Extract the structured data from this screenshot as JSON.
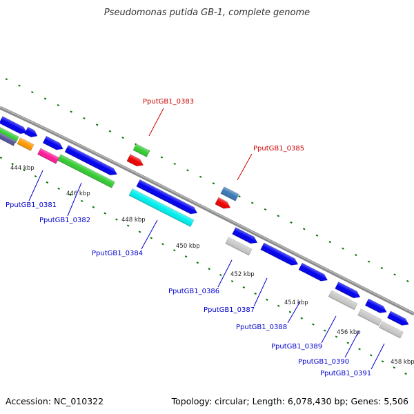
{
  "title": "Pseudomonas putida GB-1, complete genome",
  "footer": {
    "accession": "Accession: NC_010322",
    "topology": "Topology: circular; Length: 6,078,430 bp; Genes: 5,506"
  },
  "scale_labels": [
    "444 kbp",
    "446 kbp",
    "448 kbp",
    "450 kbp",
    "452 kbp",
    "454 kbp",
    "456 kbp",
    "458 kbp"
  ],
  "gene_labels": [
    {
      "name": "PputGB1_0381",
      "color": "#0000cc"
    },
    {
      "name": "PputGB1_0382",
      "color": "#0000cc"
    },
    {
      "name": "PputGB1_0383",
      "color": "#cc0000"
    },
    {
      "name": "PputGB1_0384",
      "color": "#0000cc"
    },
    {
      "name": "PputGB1_0385",
      "color": "#cc0000"
    },
    {
      "name": "PputGB1_0386",
      "color": "#0000cc"
    },
    {
      "name": "PputGB1_0387",
      "color": "#0000cc"
    },
    {
      "name": "PputGB1_0388",
      "color": "#0000cc"
    },
    {
      "name": "PputGB1_0389",
      "color": "#0000cc"
    },
    {
      "name": "PputGB1_0390",
      "color": "#0000cc"
    },
    {
      "name": "PputGB1_0391",
      "color": "#0000cc"
    }
  ],
  "colors": {
    "backbone": "#8a8a8a",
    "tick": "#007700",
    "cds_blue": "#0000ee",
    "rna_red": "#ee0000",
    "cog_green": "#33cc33",
    "cog_cyan": "#00eeee",
    "cog_orange": "#ff9900",
    "cog_magenta": "#ff1a9a",
    "cog_steelblue": "#3a78b5",
    "cog_grey": "#c8c8c8",
    "cog_purple": "#555599"
  }
}
